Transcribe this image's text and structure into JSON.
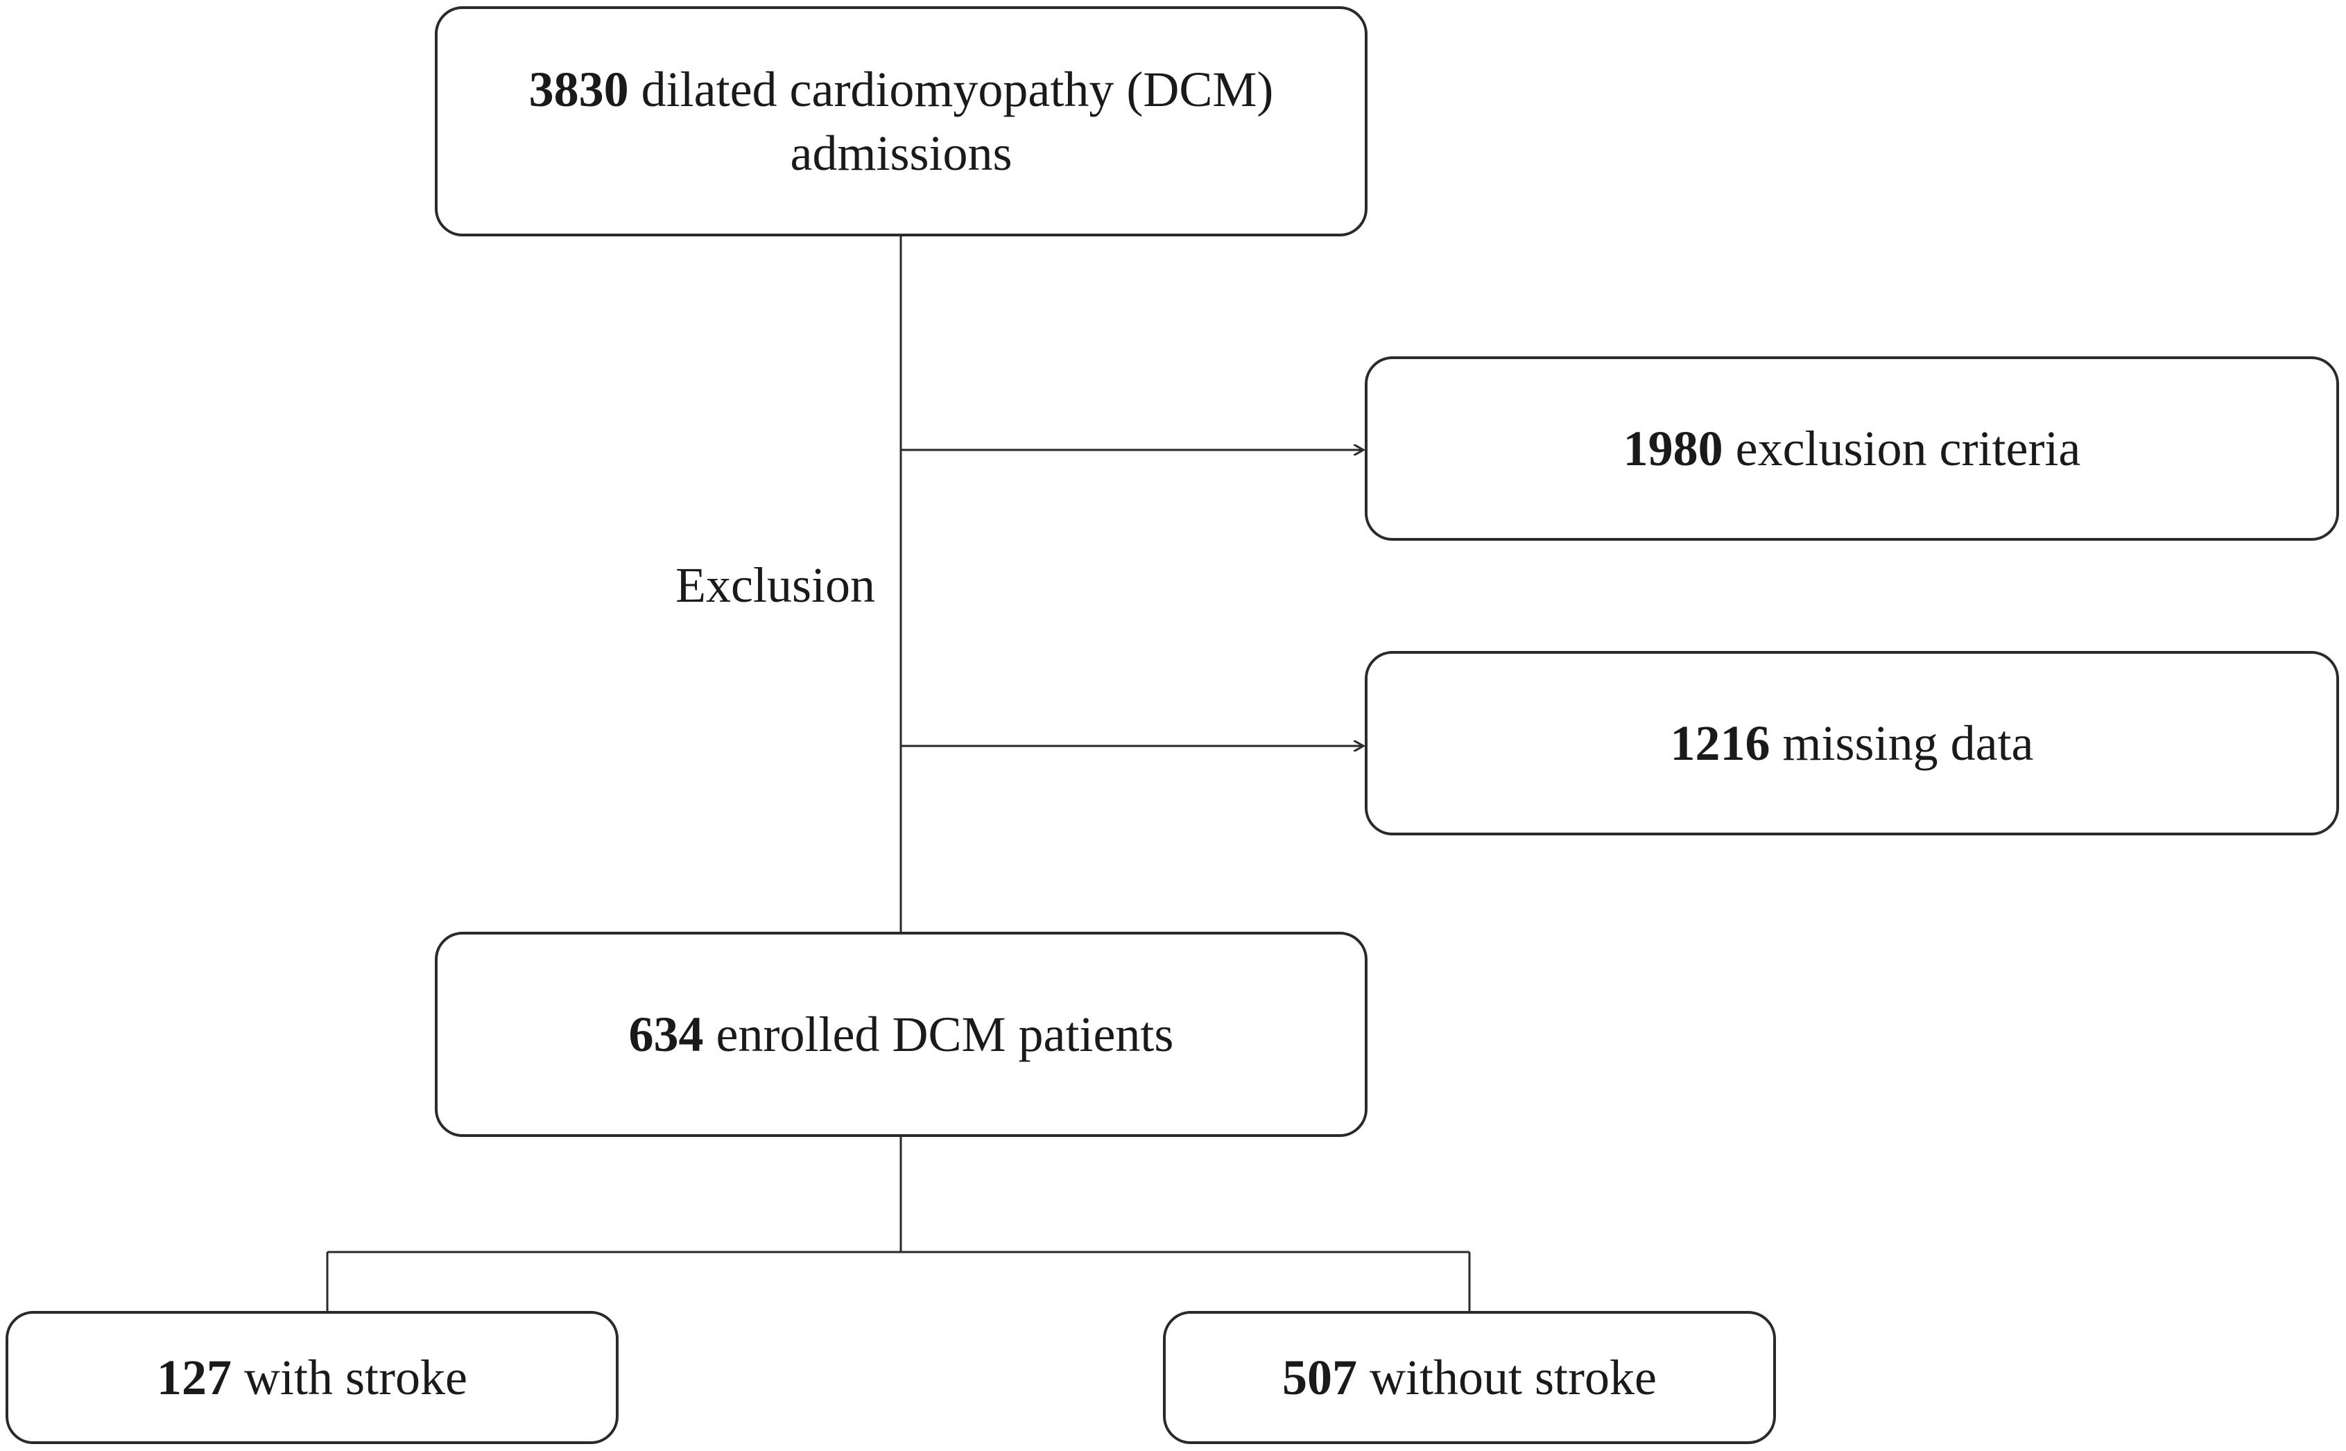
{
  "flowchart": {
    "total": {
      "count": "3830",
      "text": "dilated cardiomyopathy (DCM)",
      "text2": "admissions"
    },
    "exclusion_label": "Exclusion",
    "exclusion_criteria": {
      "count": "1980",
      "text": "exclusion criteria"
    },
    "missing_data": {
      "count": "1216",
      "text": "missing data"
    },
    "enrolled": {
      "count": "634",
      "text": "enrolled DCM patients"
    },
    "with_stroke": {
      "count": "127",
      "text": "with stroke"
    },
    "without_stroke": {
      "count": "507",
      "text": "without stroke"
    }
  }
}
